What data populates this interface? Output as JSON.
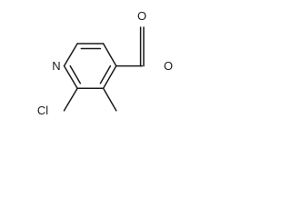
{
  "molecule": {
    "atoms": {
      "ring_nitrogen": "N",
      "carbonyl_oxygen": "O",
      "ester_oxygen": "O",
      "chlorine": "Cl"
    },
    "colors": {
      "bond": "#1a1a1a",
      "label": "#1a1a1a",
      "background": "#ffffff"
    }
  }
}
